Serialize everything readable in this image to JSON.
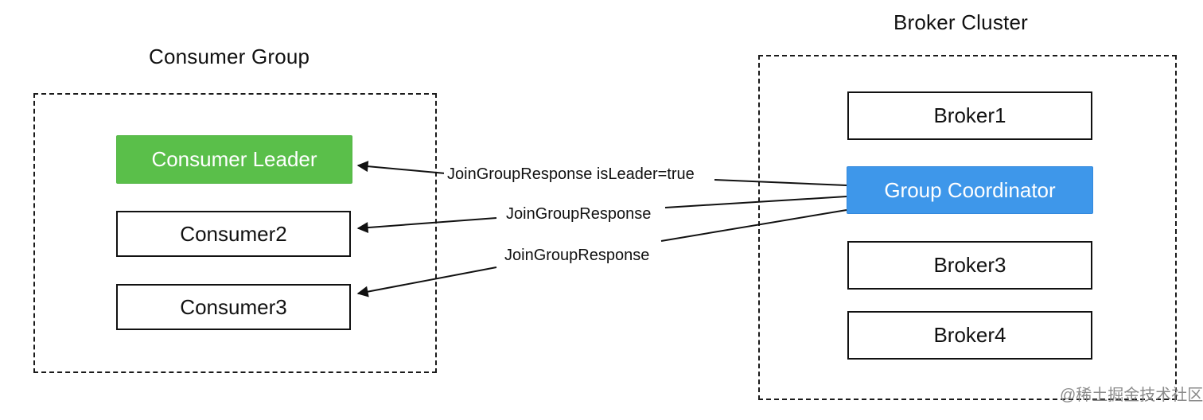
{
  "diagram": {
    "consumer_group": {
      "title": "Consumer Group",
      "nodes": [
        {
          "id": "consumer-leader",
          "label": "Consumer Leader",
          "variant": "green"
        },
        {
          "id": "consumer2",
          "label": "Consumer2",
          "variant": "plain"
        },
        {
          "id": "consumer3",
          "label": "Consumer3",
          "variant": "plain"
        }
      ]
    },
    "broker_cluster": {
      "title": "Broker Cluster",
      "nodes": [
        {
          "id": "broker1",
          "label": "Broker1",
          "variant": "plain"
        },
        {
          "id": "group-coordinator",
          "label": "Group Coordinator",
          "variant": "blue"
        },
        {
          "id": "broker3",
          "label": "Broker3",
          "variant": "plain"
        },
        {
          "id": "broker4",
          "label": "Broker4",
          "variant": "plain"
        }
      ]
    },
    "messages": [
      {
        "from": "group-coordinator",
        "to": "consumer-leader",
        "label": "JoinGroupResponse isLeader=true"
      },
      {
        "from": "group-coordinator",
        "to": "consumer2",
        "label": "JoinGroupResponse"
      },
      {
        "from": "group-coordinator",
        "to": "consumer3",
        "label": "JoinGroupResponse"
      }
    ],
    "colors": {
      "leader_green": "#5abf4a",
      "coordinator_blue": "#3e97ea",
      "box_border": "#111111",
      "arrow_black": "#111111",
      "watermark_gray": "#8a8a8a",
      "background": "#ffffff"
    },
    "watermark": "@稀土掘金技术社区"
  }
}
